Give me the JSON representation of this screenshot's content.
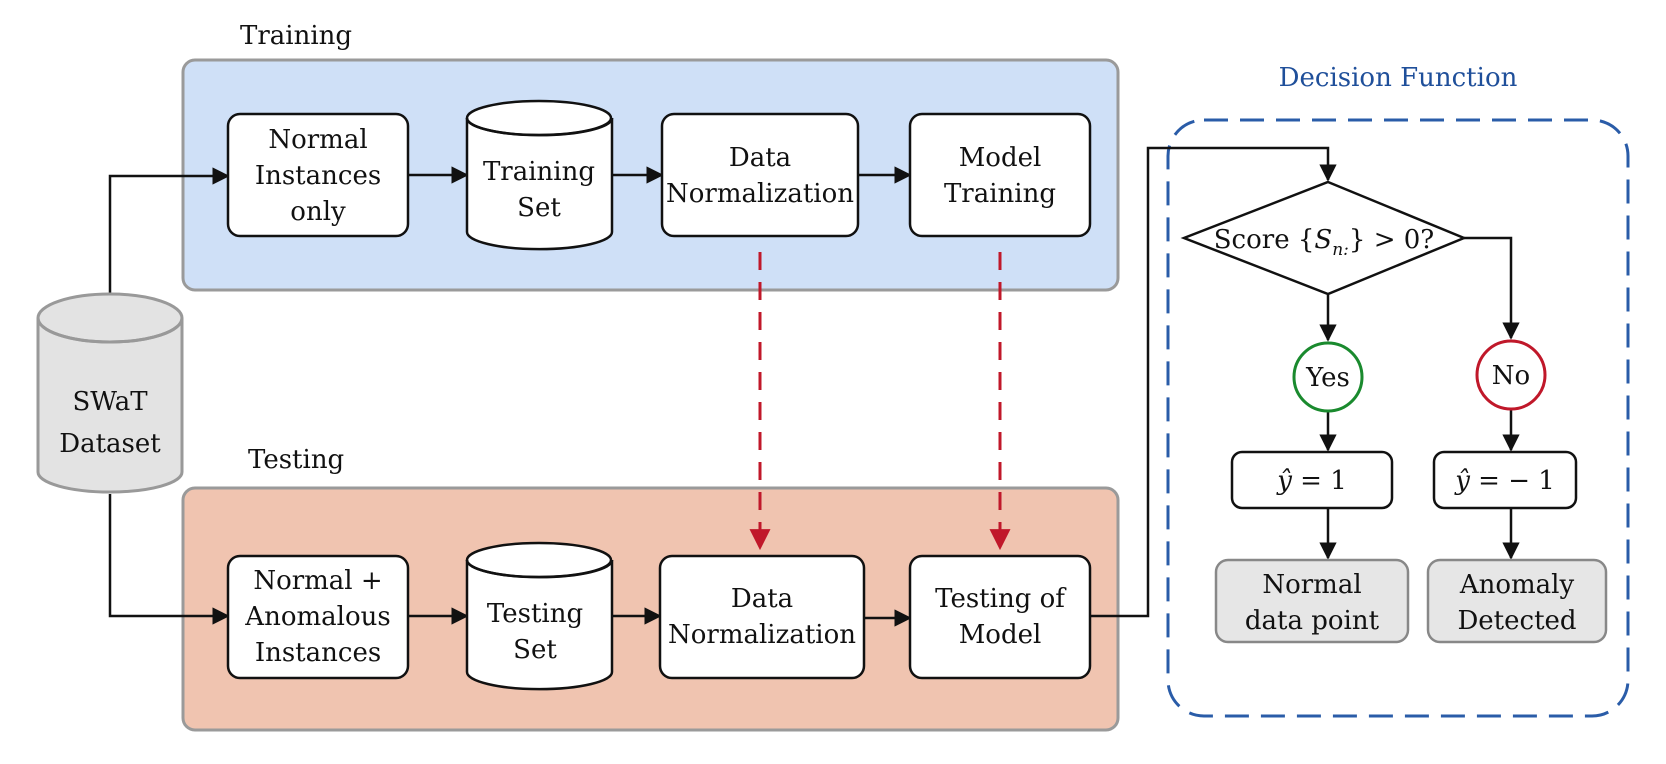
{
  "colors": {
    "training_panel": "#cfe0f7",
    "testing_panel": "#f0c4b0",
    "panel_border": "#9a9a9a",
    "decision_border": "#2a5ca8",
    "decision_title": "#1f4f9a",
    "dashed_arrow": "#c0182a",
    "yes_circle": "#1a8a2e",
    "no_circle": "#c0182a",
    "outcome_fill": "#e6e6e6",
    "dataset_fill": "#e3e3e3"
  },
  "dataset": {
    "line1": "SWaT",
    "line2": "Dataset"
  },
  "training": {
    "section_label": "Training",
    "normal_instances": {
      "line1": "Normal",
      "line2": "Instances",
      "line3": "only"
    },
    "training_set": {
      "line1": "Training",
      "line2": "Set"
    },
    "data_normalization": {
      "line1": "Data",
      "line2": "Normalization"
    },
    "model_training": {
      "line1": "Model",
      "line2": "Training"
    }
  },
  "testing": {
    "section_label": "Testing",
    "instances": {
      "line1": "Normal  +",
      "line2": "Anomalous",
      "line3": "Instances"
    },
    "testing_set": {
      "line1": "Testing",
      "line2": "Set"
    },
    "data_normalization": {
      "line1": "Data",
      "line2": "Normalization"
    },
    "testing_of_model": {
      "line1": "Testing of",
      "line2": "Model"
    }
  },
  "decision": {
    "title": "Decision Function",
    "condition": {
      "prefix": "Score {",
      "symbol": "S",
      "subscript": "n:",
      "suffix": "} > 0?"
    },
    "yes_label": "Yes",
    "no_label": "No",
    "yes_output": {
      "symbol": "ŷ",
      "rest": " = 1"
    },
    "no_output": {
      "symbol": "ŷ",
      "rest": " = − 1"
    },
    "normal_point": {
      "line1": "Normal",
      "line2": "data point"
    },
    "anomaly": {
      "line1": "Anomaly",
      "line2": "Detected"
    }
  }
}
